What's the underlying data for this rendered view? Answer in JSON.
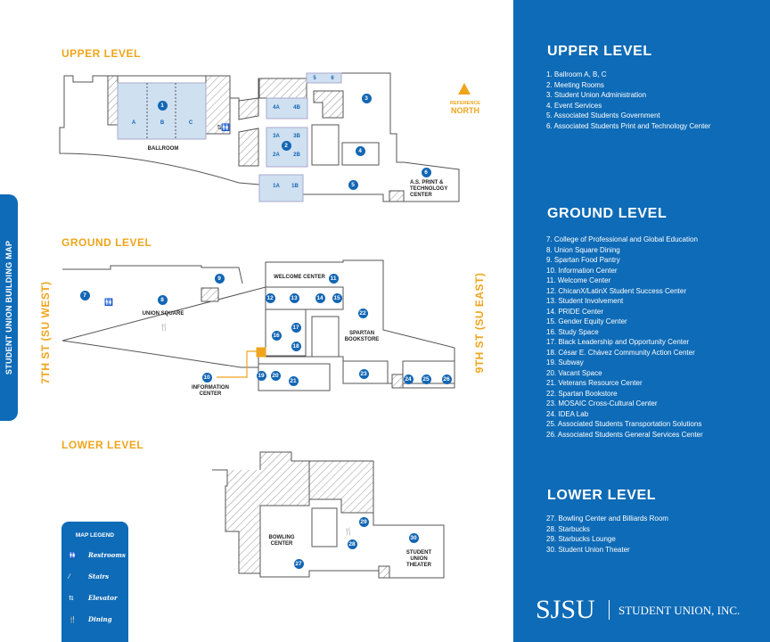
{
  "side_tab": "STUDENT UNION BUILDING MAP",
  "streets": {
    "west": "7TH ST (SU WEST)",
    "east": "9TH ST (SU EAST)"
  },
  "map": {
    "upper": {
      "title": "UPPER LEVEL",
      "north_line1": "REFERENCE",
      "north_line2": "NORTH",
      "ballroom": "BALLROOM",
      "print_center": "A.S. PRINT & TECHNOLOGY CENTER",
      "rooms": [
        "A",
        "B",
        "C",
        "4A",
        "4B",
        "3A",
        "3B",
        "2A",
        "2B",
        "1A",
        "1B",
        "5",
        "6"
      ],
      "markers": [
        "1",
        "2",
        "3",
        "4",
        "5",
        "6"
      ]
    },
    "ground": {
      "title": "GROUND LEVEL",
      "welcome": "WELCOME CENTER",
      "union_square": "UNION SQUARE",
      "bookstore": "SPARTAN BOOKSTORE",
      "info": "INFORMATION CENTER",
      "markers": [
        "7",
        "8",
        "9",
        "10",
        "11",
        "12",
        "13",
        "14",
        "15",
        "16",
        "17",
        "18",
        "19",
        "20",
        "21",
        "22",
        "23",
        "24",
        "25",
        "26"
      ]
    },
    "lower": {
      "title": "LOWER LEVEL",
      "bowling": "BOWLING CENTER",
      "theater": "STUDENT UNION THEATER",
      "markers": [
        "27",
        "28",
        "29",
        "30"
      ]
    }
  },
  "legend": {
    "title": "MAP LEGEND",
    "items": [
      {
        "icon": "restroom-icon",
        "label": "Restrooms"
      },
      {
        "icon": "stairs-icon",
        "label": "Stairs"
      },
      {
        "icon": "elevator-icon",
        "label": "Elevator"
      },
      {
        "icon": "dining-icon",
        "label": "Dining"
      }
    ]
  },
  "panel": {
    "upper": {
      "title": "UPPER LEVEL",
      "items": [
        "1. Ballroom A, B, C",
        "2. Meeting Rooms",
        "3. Student Union Administration",
        "4. Event Services",
        "5. Associated Students Government",
        "6. Associated Students Print and Technology Center"
      ]
    },
    "ground": {
      "title": "GROUND LEVEL",
      "items": [
        "7.  College of Professional and Global Education",
        "8.  Union Square Dining",
        "9. Spartan Food Pantry",
        "10.  Information Center",
        "11. Welcome Center",
        "12. ChicanX/LatinX Student Success Center",
        "13. Student Involvement",
        "14. PRIDE Center",
        "15. Gender Equity Center",
        "16. Study Space",
        "17. Black Leadership and Opportunity Center",
        "18. César E. Chávez Community Action Center",
        "19. Subway",
        "20. Vacant Space",
        "21. Veterans Resource Center",
        "22. Spartan Bookstore",
        "23. MOSAIC Cross-Cultural Center",
        "24. IDEA Lab",
        "25. Associated Students Transportation Solutions",
        "26. Associated Students General Services Center"
      ]
    },
    "lower": {
      "title": "LOWER LEVEL",
      "items": [
        "27. Bowling Center and Billiards Room",
        "28. Starbucks",
        "29. Starbucks Lounge",
        "30. Student Union Theater"
      ]
    }
  },
  "logo": {
    "mark": "SJSU",
    "text": "STUDENT UNION, INC."
  },
  "colors": {
    "brand_blue": "#0e6bb7",
    "accent_orange": "#efa51b",
    "room_fill": "#cfe0f1"
  }
}
